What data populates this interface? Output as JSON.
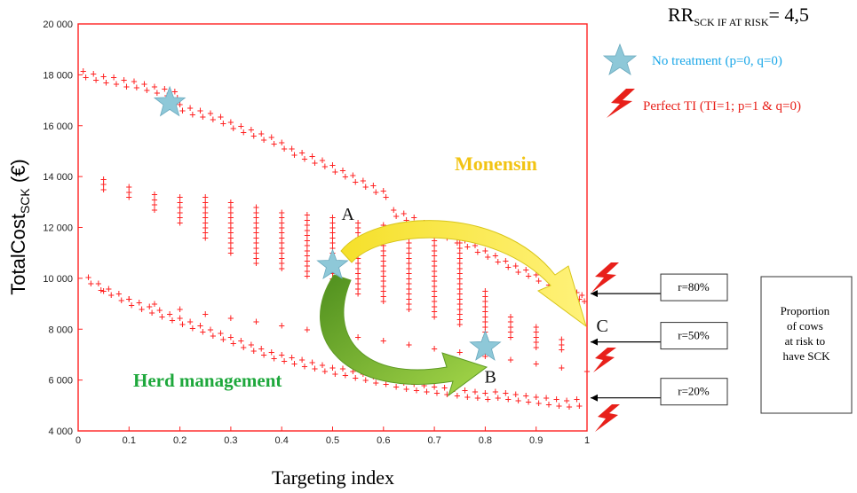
{
  "chart_data": {
    "type": "scatter",
    "title_main": "RR",
    "title_sub": "SCK IF AT RISK",
    "title_value": "= 4,5",
    "xlabel": "Targeting index",
    "ylabel_main": "TotalCost",
    "ylabel_sub": "SCK",
    "ylabel_unit": " (€)",
    "xlim": [
      0,
      1
    ],
    "ylim": [
      4000,
      20000
    ],
    "x_ticks": [
      0,
      0.1,
      0.2,
      0.3,
      0.4,
      0.5,
      0.6,
      0.7,
      0.8,
      0.9,
      1
    ],
    "x_tick_labels": [
      "0",
      "0.1",
      "0.2",
      "0.3",
      "0.4",
      "0.5",
      "0.6",
      "0.7",
      "0.8",
      "0.9",
      "1"
    ],
    "y_ticks": [
      4000,
      6000,
      8000,
      10000,
      12000,
      14000,
      16000,
      18000,
      20000
    ],
    "y_tick_labels": [
      "4 000",
      "6 000",
      "8 000",
      "10 000",
      "12 000",
      "14 000",
      "16 000",
      "18 000",
      "20 000"
    ],
    "series": [
      {
        "r": "r=80%",
        "points": [
          [
            0.01,
            18150
          ],
          [
            0.03,
            18050
          ],
          [
            0.05,
            17950
          ],
          [
            0.07,
            17900
          ],
          [
            0.09,
            17800
          ],
          [
            0.11,
            17750
          ],
          [
            0.13,
            17650
          ],
          [
            0.15,
            17550
          ],
          [
            0.17,
            17450
          ],
          [
            0.19,
            17350
          ],
          [
            0.2,
            16850
          ],
          [
            0.22,
            16700
          ],
          [
            0.24,
            16600
          ],
          [
            0.26,
            16500
          ],
          [
            0.28,
            16350
          ],
          [
            0.3,
            16150
          ],
          [
            0.32,
            16000
          ],
          [
            0.34,
            15850
          ],
          [
            0.36,
            15700
          ],
          [
            0.38,
            15550
          ],
          [
            0.4,
            15350
          ],
          [
            0.42,
            15100
          ],
          [
            0.44,
            14950
          ],
          [
            0.46,
            14800
          ],
          [
            0.48,
            14650
          ],
          [
            0.5,
            14450
          ],
          [
            0.52,
            14250
          ],
          [
            0.54,
            14050
          ],
          [
            0.56,
            13850
          ],
          [
            0.58,
            13650
          ],
          [
            0.6,
            13450
          ],
          [
            0.62,
            12700
          ],
          [
            0.64,
            12550
          ],
          [
            0.66,
            12400
          ],
          [
            0.68,
            12200
          ],
          [
            0.7,
            12050
          ],
          [
            0.72,
            11850
          ],
          [
            0.74,
            11650
          ],
          [
            0.76,
            11500
          ],
          [
            0.78,
            11300
          ],
          [
            0.8,
            11100
          ],
          [
            0.82,
            10900
          ],
          [
            0.84,
            10700
          ],
          [
            0.86,
            10500
          ],
          [
            0.88,
            10350
          ],
          [
            0.9,
            10150
          ],
          [
            0.92,
            10000
          ],
          [
            0.94,
            9800
          ],
          [
            0.96,
            9600
          ],
          [
            0.98,
            9450
          ],
          [
            0.99,
            9350
          ]
        ]
      },
      {
        "r": "r=50%",
        "vertical": [
          [
            0.05,
            13500,
            13900
          ],
          [
            0.1,
            13200,
            13600
          ],
          [
            0.15,
            12700,
            13400
          ],
          [
            0.2,
            12200,
            13300
          ],
          [
            0.25,
            11600,
            13200
          ],
          [
            0.3,
            11000,
            13000
          ],
          [
            0.35,
            10600,
            12900
          ],
          [
            0.4,
            10400,
            12700
          ],
          [
            0.45,
            10100,
            12600
          ],
          [
            0.5,
            9800,
            12500
          ],
          [
            0.55,
            9400,
            12300
          ],
          [
            0.6,
            9100,
            12100
          ],
          [
            0.65,
            8800,
            12000
          ],
          [
            0.7,
            8500,
            11800
          ],
          [
            0.75,
            8200,
            11700
          ],
          [
            0.8,
            7700,
            9600
          ],
          [
            0.85,
            7700,
            8500
          ],
          [
            0.9,
            7300,
            8200
          ],
          [
            0.95,
            7200,
            7700
          ]
        ]
      },
      {
        "r": "r=20%",
        "points": [
          [
            0.02,
            10050
          ],
          [
            0.04,
            9800
          ],
          [
            0.06,
            9600
          ],
          [
            0.08,
            9400
          ],
          [
            0.1,
            9200
          ],
          [
            0.12,
            9050
          ],
          [
            0.14,
            8900
          ],
          [
            0.16,
            8750
          ],
          [
            0.18,
            8600
          ],
          [
            0.2,
            8450
          ],
          [
            0.22,
            8300
          ],
          [
            0.24,
            8150
          ],
          [
            0.26,
            8000
          ],
          [
            0.28,
            7850
          ],
          [
            0.3,
            7700
          ],
          [
            0.32,
            7550
          ],
          [
            0.34,
            7400
          ],
          [
            0.36,
            7250
          ],
          [
            0.38,
            7100
          ],
          [
            0.4,
            7000
          ],
          [
            0.42,
            6900
          ],
          [
            0.44,
            6800
          ],
          [
            0.46,
            6700
          ],
          [
            0.48,
            6600
          ],
          [
            0.5,
            6500
          ],
          [
            0.52,
            6450
          ],
          [
            0.54,
            6350
          ],
          [
            0.56,
            6250
          ],
          [
            0.58,
            6150
          ],
          [
            0.6,
            6100
          ],
          [
            0.62,
            6000
          ],
          [
            0.64,
            5900
          ],
          [
            0.66,
            5850
          ],
          [
            0.68,
            5800
          ],
          [
            0.7,
            5750
          ],
          [
            0.72,
            5700
          ],
          [
            0.74,
            5650
          ],
          [
            0.76,
            5600
          ],
          [
            0.78,
            5550
          ],
          [
            0.8,
            5500
          ],
          [
            0.82,
            5550
          ],
          [
            0.84,
            5500
          ],
          [
            0.86,
            5450
          ],
          [
            0.88,
            5400
          ],
          [
            0.9,
            5350
          ],
          [
            0.92,
            5300
          ],
          [
            0.94,
            5250
          ],
          [
            0.96,
            5200
          ],
          [
            0.98,
            5250
          ]
        ],
        "upper_points": [
          [
            0.05,
            9500
          ],
          [
            0.1,
            9200
          ],
          [
            0.15,
            9000
          ],
          [
            0.2,
            8800
          ],
          [
            0.25,
            8600
          ],
          [
            0.3,
            8450
          ],
          [
            0.35,
            8300
          ],
          [
            0.4,
            8150
          ],
          [
            0.45,
            8000
          ],
          [
            0.5,
            7850
          ],
          [
            0.55,
            7700
          ],
          [
            0.6,
            7550
          ],
          [
            0.65,
            7400
          ],
          [
            0.7,
            7250
          ],
          [
            0.75,
            7100
          ],
          [
            0.8,
            6950
          ],
          [
            0.85,
            6800
          ],
          [
            0.9,
            6650
          ],
          [
            0.95,
            6500
          ],
          [
            1.0,
            6350
          ]
        ]
      }
    ],
    "stars": [
      [
        0.18,
        16900
      ],
      [
        0.5,
        10500
      ],
      [
        0.8,
        7300
      ]
    ],
    "letters": [
      {
        "text": "A",
        "x": 0.53,
        "y": 12300
      },
      {
        "text": "B",
        "x": 0.81,
        "y": 5900
      },
      {
        "text": "C",
        "x": 1.03,
        "y": 7900
      }
    ],
    "annotations": {
      "monensin": "Monensin",
      "herd": "Herd management"
    },
    "legend": [
      {
        "icon": "star-icon",
        "text": "No treatment (p=0, q=0)",
        "color": "#1aa7e8"
      },
      {
        "icon": "lightning-icon",
        "text": "Perfect TI (TI=1; p=1 & q=0)",
        "color": "#e8201a"
      }
    ],
    "r_boxes": [
      {
        "label": "r=80%",
        "y": 9400
      },
      {
        "label": "r=50%",
        "y": 7500
      },
      {
        "label": "r=20%",
        "y": 5300
      }
    ],
    "prop_box": [
      "Proportion",
      "of cows",
      "at risk to",
      "have SCK"
    ],
    "colors": {
      "marker": "#ff2222",
      "axis": "#ff2222",
      "monensin": "#f2c414",
      "herd": "#1ea83c",
      "star": "#8ec8d8"
    }
  }
}
